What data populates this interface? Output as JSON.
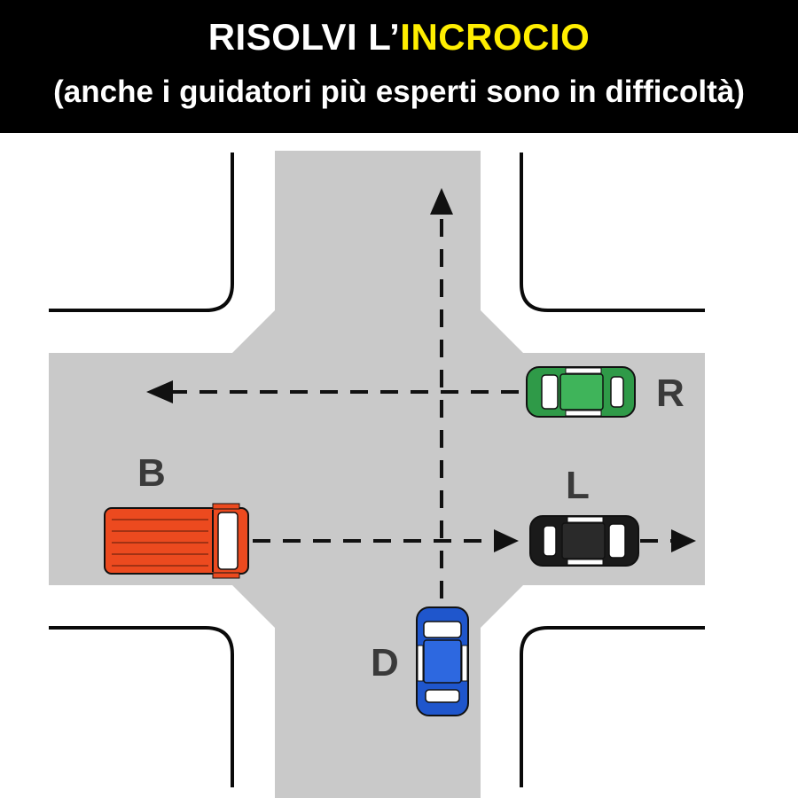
{
  "header": {
    "title_part1": "RISOLVI L’",
    "title_part2": "INCROCIO",
    "subtitle": "(anche i guidatori più esperti sono in difficoltà)"
  },
  "vehicles": [
    {
      "label": "R",
      "color": "#2f9a48"
    },
    {
      "label": "B",
      "color": "#ec4a1f"
    },
    {
      "label": "L",
      "color": "#1a1a1a"
    },
    {
      "label": "D",
      "color": "#1f56cc"
    }
  ],
  "colors": {
    "road": "#c9c9c9",
    "road_edge": "#0a0a0a",
    "path": "#111111",
    "title_highlight": "#ffee00"
  }
}
